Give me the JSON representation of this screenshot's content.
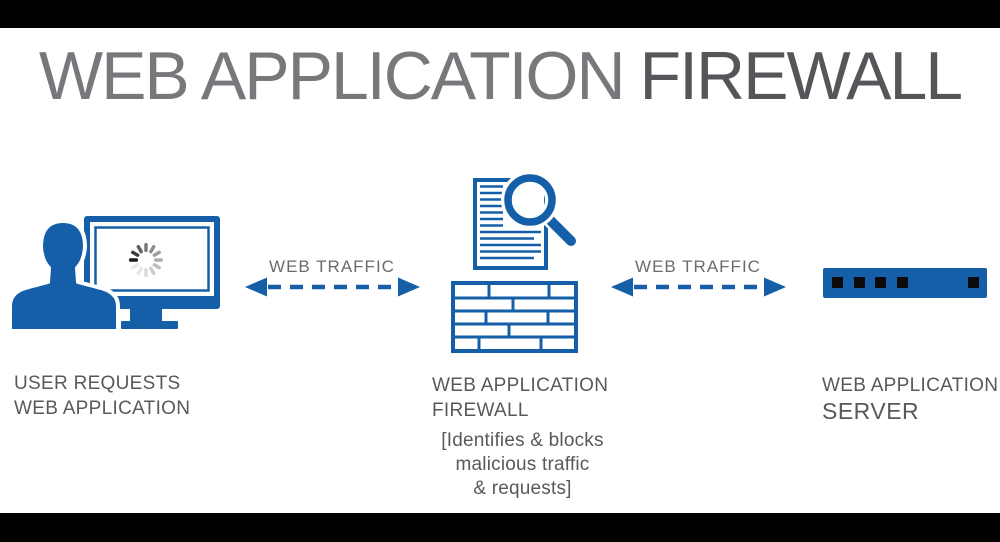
{
  "title": {
    "light": "WEB APPLICATION",
    "dark_bold": "FIRE",
    "dark_thin": "WALL"
  },
  "flow": {
    "left_arrow_label": "WEB TRAFFIC",
    "right_arrow_label": "WEB TRAFFIC"
  },
  "nodes": {
    "user": {
      "line1": "USER REQUESTS",
      "line2": "WEB APPLICATION"
    },
    "firewall": {
      "line1": "WEB APPLICATION",
      "line2": "FIREWALL",
      "note1": "[Identifies & blocks",
      "note2": "malicious traffic",
      "note3": "& requests]"
    },
    "server": {
      "line1": "WEB APPLICATION",
      "line2": "SERVER"
    }
  },
  "icons": {
    "user": "user-at-monitor-icon",
    "spinner": "loading-spinner-icon",
    "inspection": "document-magnifier-icon",
    "wall": "brick-wall-icon",
    "server": "server-appliance-icon",
    "arrows": "double-headed-dashed-arrow"
  },
  "colors": {
    "blue": "#155fa8",
    "title_light": "#77787b",
    "title_dark": "#55565a",
    "label_gray": "#58595b",
    "traffic_gray": "#6a6b6e",
    "letterbox": "#000000"
  }
}
